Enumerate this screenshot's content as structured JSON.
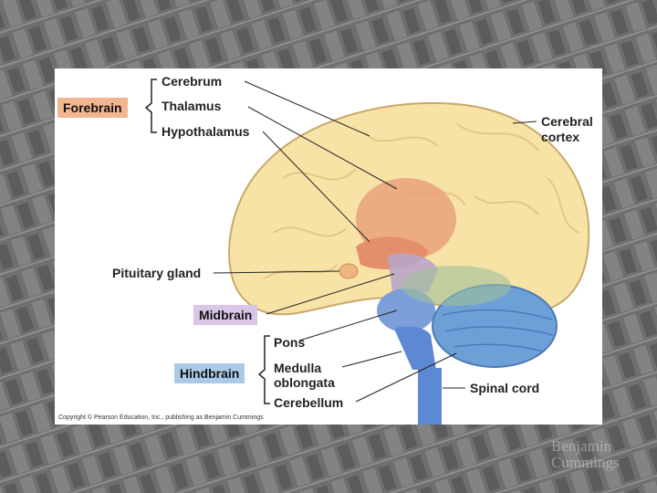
{
  "colors": {
    "forebrain_box": "#f2b58f",
    "midbrain_box": "#d9c6e6",
    "hindbrain_box": "#a9cbe8",
    "cerebrum": "#f7e3a6",
    "thalamus": "#e9a27a",
    "brainstem": "#5d88d3",
    "cerebellum": "#6ea0d8"
  },
  "groups": {
    "forebrain": "Forebrain",
    "midbrain": "Midbrain",
    "hindbrain": "Hindbrain"
  },
  "labels": {
    "cerebrum": "Cerebrum",
    "thalamus": "Thalamus",
    "hypothalamus": "Hypothalamus",
    "cerebral_cortex_1": "Cerebral",
    "cerebral_cortex_2": "cortex",
    "pituitary_gland": "Pituitary gland",
    "pons": "Pons",
    "medulla_1": "Medulla",
    "medulla_2": "oblongata",
    "cerebellum": "Cerebellum",
    "spinal_cord": "Spinal cord"
  },
  "copyright": "Copyright © Pearson Education, Inc., publishing as Benjamin Cummings",
  "watermark": {
    "line1": "Benjamin",
    "line2": "Cummings"
  }
}
